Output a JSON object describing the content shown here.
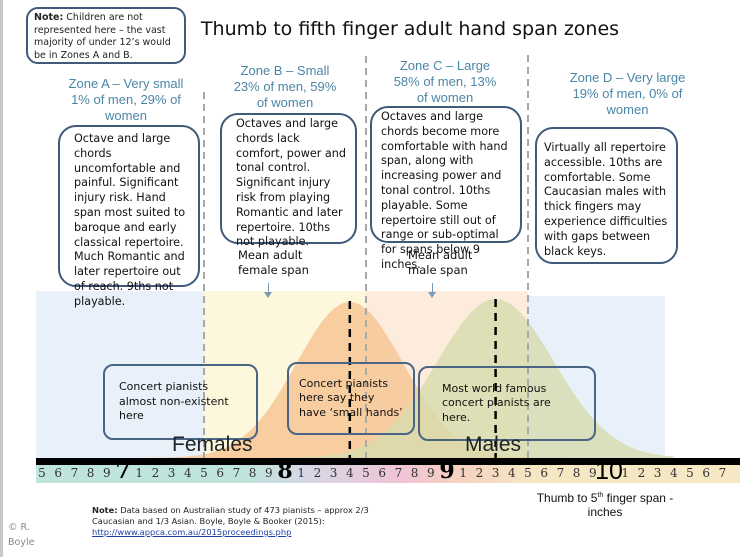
{
  "title": "Thumb to fifth finger adult hand span zones",
  "note_top": {
    "bold": "Note:",
    "text": " Children  are not represented here – the vast majority of under 12’s would be in Zones A and B."
  },
  "zones": [
    {
      "heading_line1": "Zone A – Very small",
      "heading_line2": "1% of men, 29% of",
      "heading_line3": "women",
      "men_pct": 1,
      "women_pct": 29,
      "description": "Octave and large chords uncomfortable and painful. Significant injury risk. Hand span most suited to baroque and early classical repertoire. Much Romantic and later repertoire out of reach. 9ths not playable."
    },
    {
      "heading_line1": "Zone B – Small",
      "heading_line2": "23% of men, 59%",
      "heading_line3": "of women",
      "men_pct": 23,
      "women_pct": 59,
      "description": "Octaves and large chords lack comfort, power and tonal control.  Significant injury risk from playing Romantic and later repertoire. 10ths not playable."
    },
    {
      "heading_line1": "Zone C – Large",
      "heading_line2": "58% of men, 13%",
      "heading_line3": "of women",
      "men_pct": 58,
      "women_pct": 13,
      "description": "Octaves and large chords become more comfortable with hand span, along with increasing power and tonal control. 10ths playable. Some repertoire still out of range or sub-optimal for spans below 9 inches."
    },
    {
      "heading_line1": "Zone D – Very large",
      "heading_line2": "19% of men, 0% of",
      "heading_line3": "women",
      "men_pct": 19,
      "women_pct": 0,
      "description": "Virtually all repertoire accessible.  10ths are comfortable.  Some Caucasian males with thick fingers may experience  difficulties with gaps between black keys."
    }
  ],
  "means": {
    "female_label_1": "Mean adult",
    "female_label_2": "female span",
    "female_value_in": 8.4,
    "male_label_1": "Mean adult",
    "male_label_2": "male span",
    "male_value_in": 9.3
  },
  "pianist_notes": [
    "Concert pianists almost non-existent here",
    "Concert pianists here say they have ‘small hands’",
    "Most world famous concert pianists are here."
  ],
  "series_labels": {
    "females": "Females",
    "males": "Males"
  },
  "zone_boundaries_in": [
    7.5,
    8.5,
    9.5
  ],
  "ruler": {
    "start_in": 6.5,
    "end_in": 10.8,
    "minor_labels": [
      "1",
      "2",
      "3",
      "4",
      "5",
      "6",
      "7",
      "8",
      "9"
    ],
    "major_labels": [
      "7",
      "8",
      "9",
      "10"
    ]
  },
  "axis_label_line1": "Thumb  to 5",
  "axis_label_sup": "th",
  "axis_label_line1b": " finger span  -",
  "axis_label_line2": "inches",
  "footnote": {
    "bold": "Note:",
    "text": " Data based  on Australian study of 473 pianists – approx 2/3 Caucasian and 1/3 Asian. Boyle, Boyle & Booker (2015):",
    "link": "http://www.appca.com.au/2015proceedings.php"
  },
  "copyright_1": "© R.",
  "copyright_2": "Boyle",
  "colors": {
    "zone_a_bg": "#e8f1fa",
    "zone_b_bg": "#fdf8dc",
    "zone_c_bg": "#fdebdc",
    "zone_d_bg": "#e8f1fa",
    "female_curve": "#f7c796",
    "male_curve": "#d6dcae",
    "zone_heading": "#4a86a6",
    "box_border": "#3f5a7a"
  }
}
